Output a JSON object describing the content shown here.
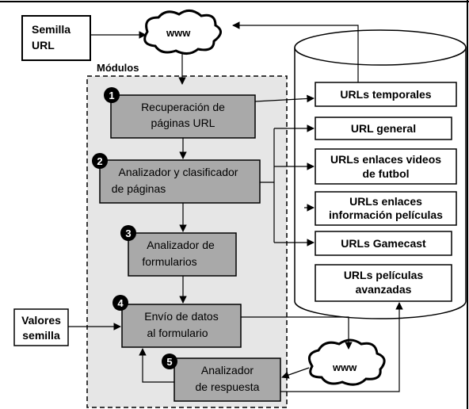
{
  "diagram": {
    "seed_url": {
      "line1": "Semilla",
      "line2": "URL"
    },
    "www_top": "www",
    "www_bottom": "www",
    "modules_label": "Módulos",
    "seed_values": {
      "line1": "Valores",
      "line2": "semilla"
    },
    "steps": [
      {
        "number": "1",
        "line1": "Recuperación de",
        "line2": "páginas URL"
      },
      {
        "number": "2",
        "line1": "Analizador y clasificador",
        "line2": "de páginas"
      },
      {
        "number": "3",
        "line1": "Analizador de",
        "line2": "formularios"
      },
      {
        "number": "4",
        "line1": "Envío de datos",
        "line2": "al formulario"
      },
      {
        "number": "5",
        "line1": "Analizador",
        "line2": "de respuesta"
      }
    ],
    "storage": [
      {
        "line1": "URLs temporales",
        "line2": ""
      },
      {
        "line1": "URL general",
        "line2": ""
      },
      {
        "line1": "URLs enlaces videos",
        "line2": "de futbol"
      },
      {
        "line1": "URLs enlaces",
        "line2": "información películas"
      },
      {
        "line1": "URLs Gamecast",
        "line2": ""
      },
      {
        "line1": "URLs películas",
        "line2": "avanzadas"
      }
    ]
  }
}
